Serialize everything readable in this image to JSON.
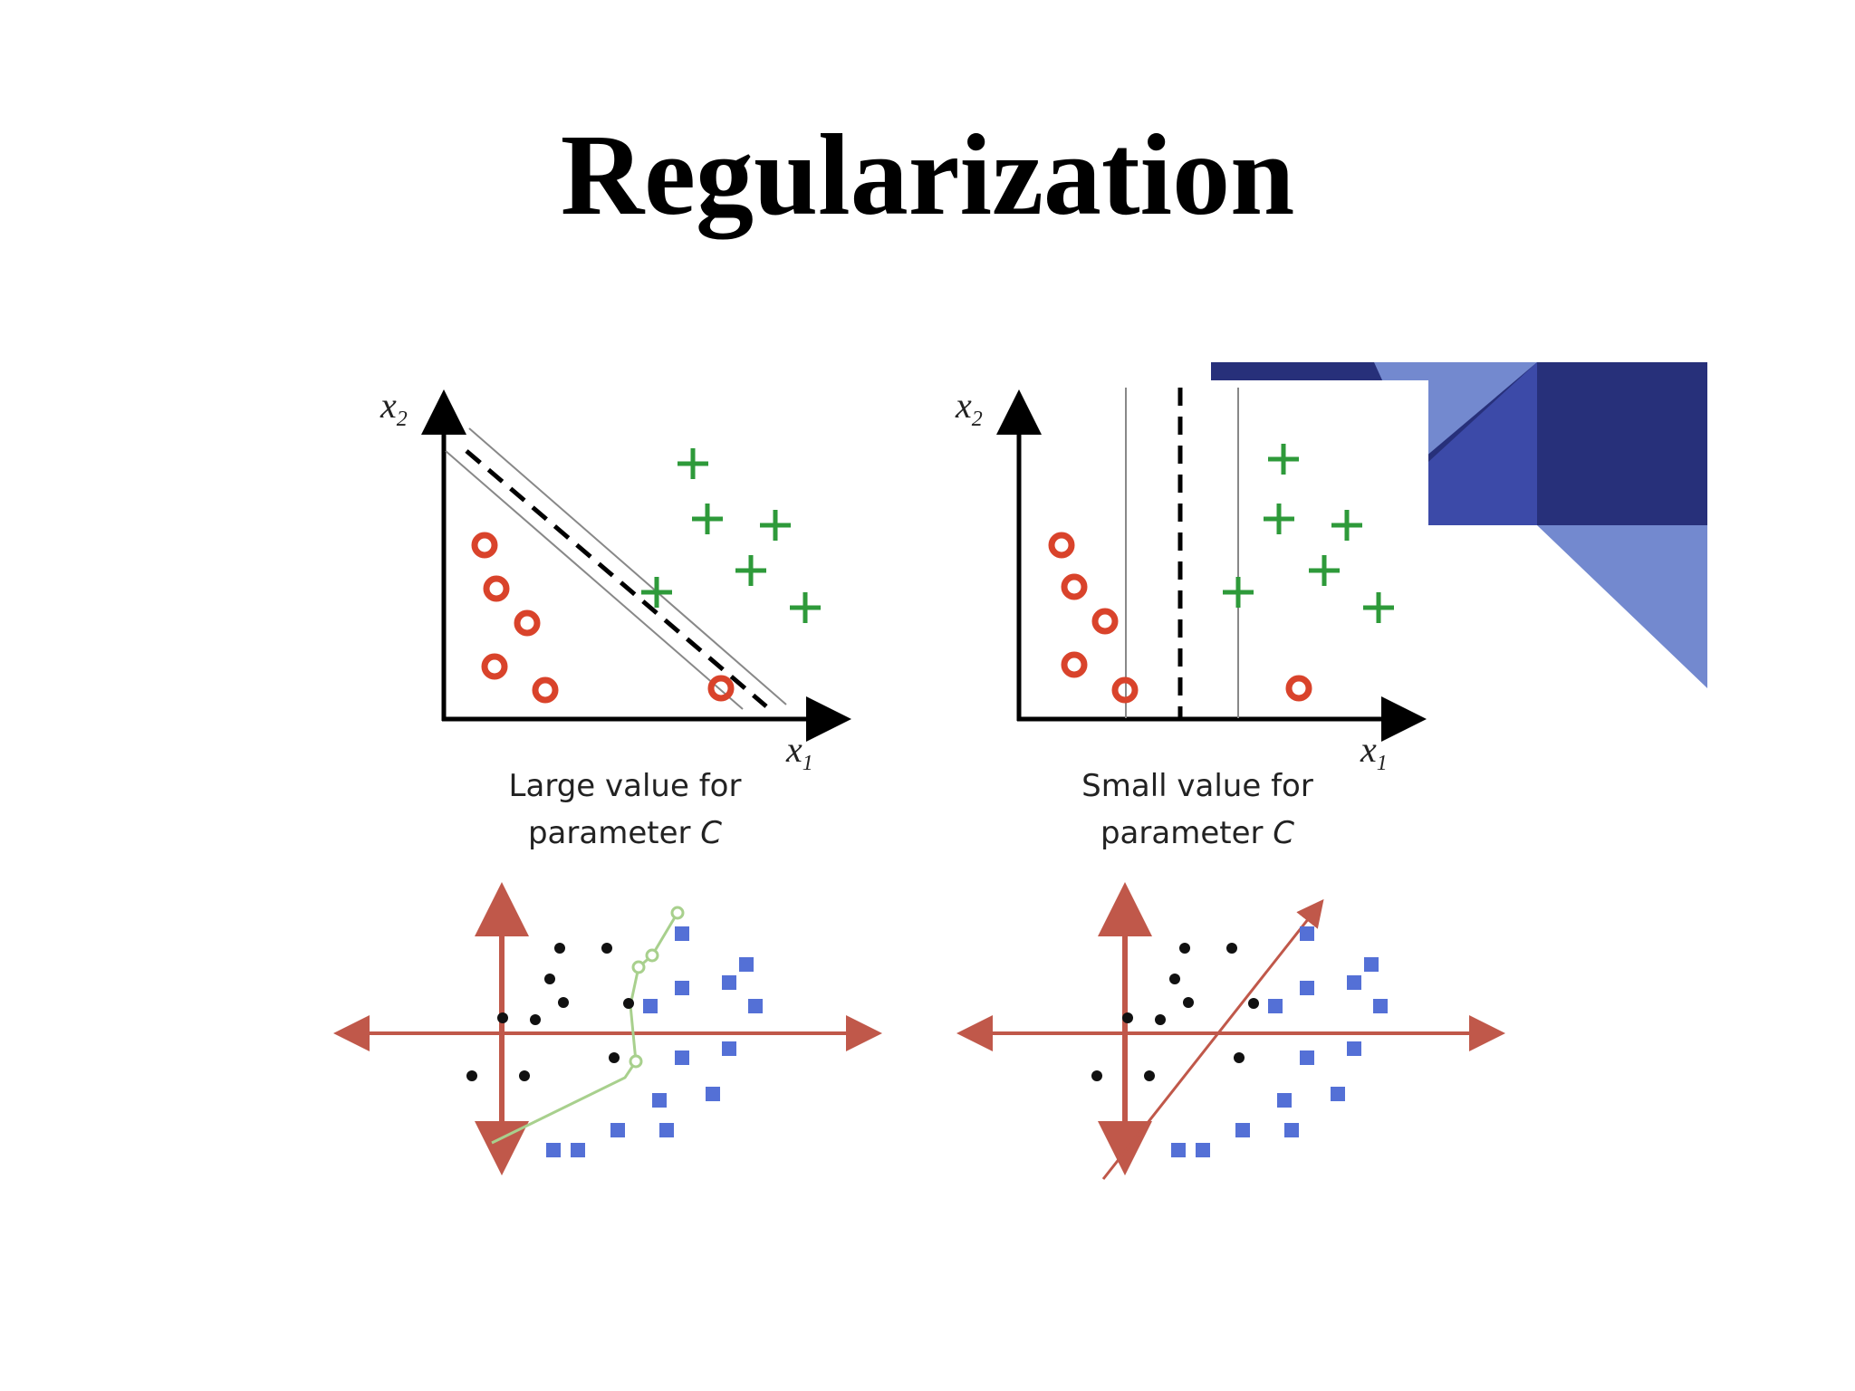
{
  "slide": {
    "title": "Regularization"
  },
  "panels": {
    "large_c": {
      "x_label": "x",
      "x_sub": "1",
      "y_label": "x",
      "y_sub": "2",
      "caption_line1": "Large value for",
      "caption_line2_prefix": "parameter ",
      "caption_line2_var": "C"
    },
    "small_c": {
      "x_label": "x",
      "x_sub": "1",
      "y_label": "x",
      "y_sub": "2",
      "caption_line1": "Small value for",
      "caption_line2_prefix": "parameter ",
      "caption_line2_var": "C"
    }
  },
  "colors": {
    "circle_class": "#d9432b",
    "plus_class": "#2e9a3a",
    "square_class": "#5470d6",
    "dot_class": "#111111",
    "axis_bottom": "#c0584a",
    "boundary_complex": "#a8d08d",
    "boundary_linear": "#c0584a",
    "deco_dark": "#27307a",
    "deco_mid": "#3c4aa8",
    "deco_light": "#7389cf"
  }
}
